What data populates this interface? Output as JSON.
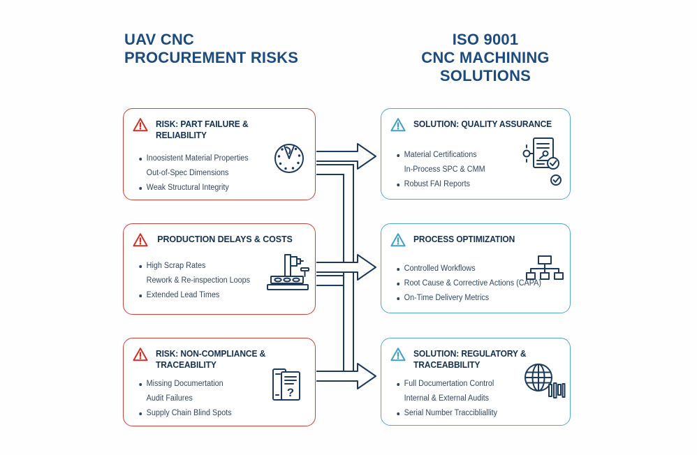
{
  "titles": {
    "left": "UAV CNC\nPROCUREMENT RISKS",
    "right": "ISO 9001\nCNC MACHINING\nSOLUTIONS"
  },
  "colors": {
    "risk_border": "#c5443b",
    "risk_triangle": "#c6332d",
    "solution_border": "#54a7c6",
    "solution_triangle": "#429fc4",
    "heading_blue": "#1d4b7c",
    "navy_ink": "#1d3a5c"
  },
  "risks": [
    {
      "title": "RISK: PART FAILURE & RELIABILITY",
      "icon": "broken-gauge-icon",
      "lines": [
        {
          "text": "Inoosistent Material Properties",
          "bullet": true
        },
        {
          "text": "Out-of-Spec Dimensions",
          "bullet": false
        },
        {
          "text": "Weak Structural Integrity",
          "bullet": true
        }
      ]
    },
    {
      "title": "PRODUCTION DELAYS & COSTS",
      "icon": "cnc-machine-icon",
      "lines": [
        {
          "text": "High Scrap Rates",
          "bullet": true
        },
        {
          "text": "Rework & Re-inspection Loops",
          "bullet": false
        },
        {
          "text": "Extended Lead Times",
          "bullet": true
        }
      ]
    },
    {
      "title": "RISK: NON-COMPLIANCE & TRACEABILITY",
      "icon": "documents-question-icon",
      "lines": [
        {
          "text": "Missing Documertation",
          "bullet": true
        },
        {
          "text": "Audit Failures",
          "bullet": false
        },
        {
          "text": "Supply Chain Blind Spots",
          "bullet": true
        }
      ]
    }
  ],
  "solutions": [
    {
      "title": "SOLUTION: QUALITY ASSURANCE",
      "icon": "certified-document-icon",
      "lines": [
        {
          "text": "Material Certifications",
          "bullet": true
        },
        {
          "text": "In-Process SPC & CMM",
          "bullet": false
        },
        {
          "text": "Robust FAI Reports",
          "bullet": true
        }
      ]
    },
    {
      "title": "PROCESS OPTIMIZATION",
      "icon": "org-chart-icon",
      "lines": [
        {
          "text": "Controlled Workflows",
          "bullet": true
        },
        {
          "text": "Root Cause & Corrective Actions (CAPA)",
          "bullet": true
        },
        {
          "text": "On-Time Delivery Metrics",
          "bullet": true
        }
      ]
    },
    {
      "title": "SOLUTION: REGULATORY & TRACEABBILITY",
      "icon": "globe-barcode-icon",
      "lines": [
        {
          "text": "Full Documertation Control",
          "bullet": true
        },
        {
          "text": "Internal & External Audits",
          "bullet": false
        },
        {
          "text": "Serial Number Traccibliallity",
          "bullet": true
        }
      ]
    }
  ],
  "icon_glyphs": {
    "question_mark": "?"
  }
}
